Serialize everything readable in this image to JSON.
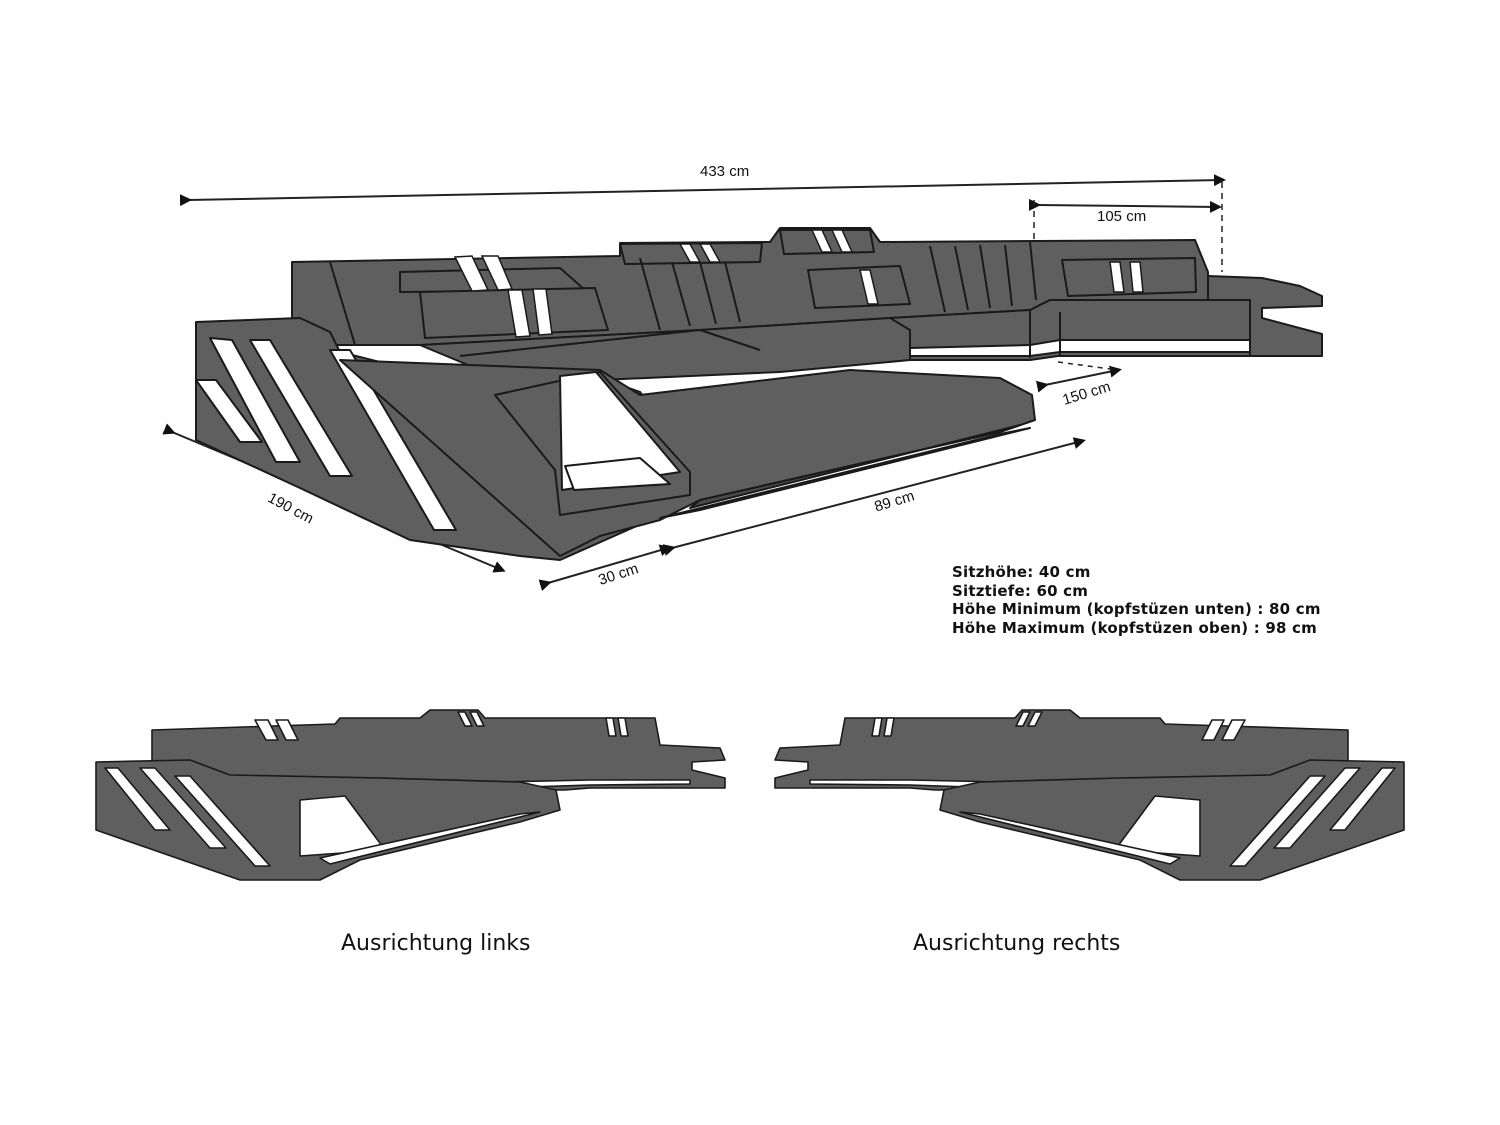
{
  "diagram": {
    "subject": "U-shaped sectional sofa with LED lighting — dimension drawing",
    "colors": {
      "upholstery": "#5f5f5f",
      "outline": "#1a1a1a",
      "led_stripe": "#ffffff",
      "background": "#ffffff"
    },
    "dimensions": {
      "total_width": "433 cm",
      "right_section_width": "105 cm",
      "inner_depth": "150 cm",
      "left_depth": "190 cm",
      "armrest_width": "30 cm",
      "chaise_length": "89 cm"
    },
    "specs": [
      "Sitzhöhe: 40 cm",
      "Sitztiefe: 60 cm",
      "Höhe Minimum (kopfstüzen unten) : 80 cm",
      "Höhe Maximum (kopfstüzen oben) : 98 cm"
    ],
    "variants": [
      {
        "caption": "Ausrichtung links"
      },
      {
        "caption": "Ausrichtung rechts"
      }
    ]
  }
}
